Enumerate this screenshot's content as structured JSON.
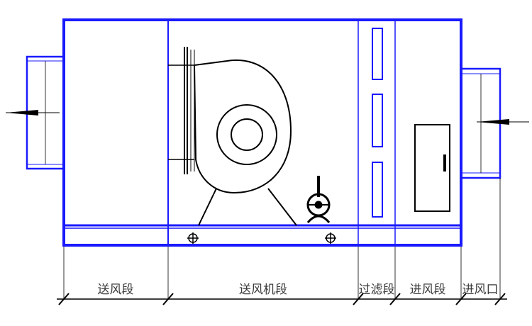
{
  "diagram": {
    "sections": [
      {
        "id": "supply",
        "label": "送风段"
      },
      {
        "id": "fan",
        "label": "送风机段"
      },
      {
        "id": "filter",
        "label": "过滤段"
      },
      {
        "id": "inlet-section",
        "label": "进风段"
      },
      {
        "id": "inlet-port",
        "label": "进风口"
      }
    ],
    "colors": {
      "casing": "#1a1aff",
      "line": "#000000",
      "text": "#3a3a3a"
    }
  }
}
